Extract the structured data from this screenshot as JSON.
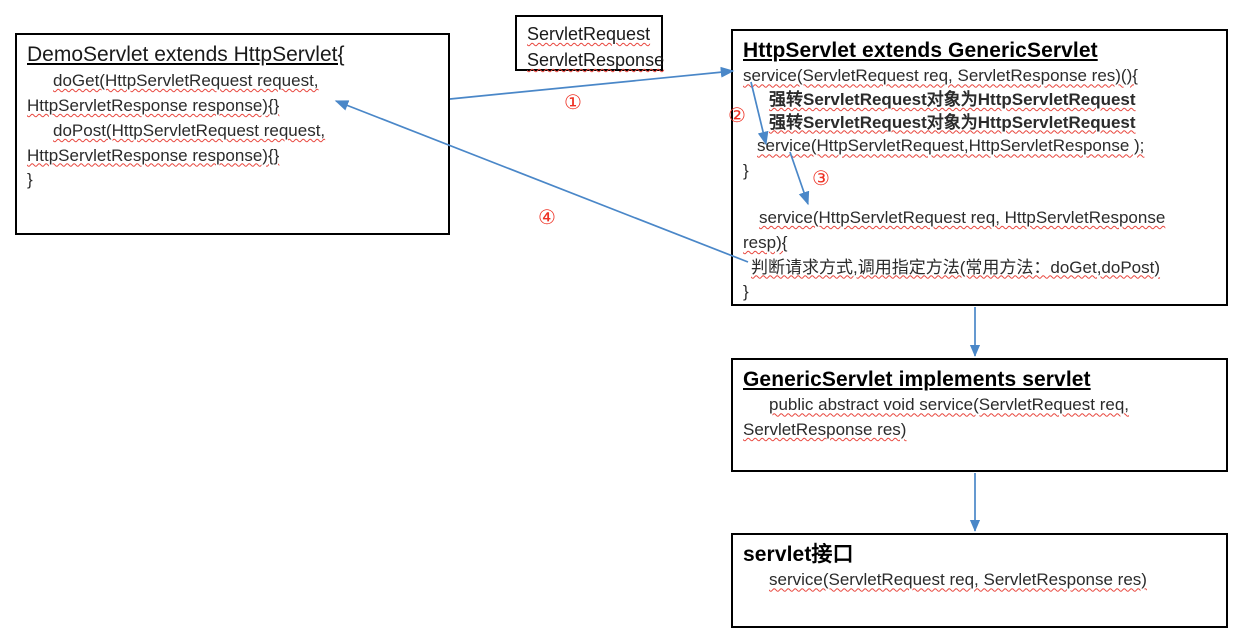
{
  "diagram": {
    "title": "Servlet inheritance and request dispatch flow",
    "accent_arrow_color": "#4a87c8",
    "marker_color": "#ee3124",
    "box_border_color": "#000000",
    "spellcheck_underline_color": "#e8453c"
  },
  "boxes": {
    "demo_servlet": {
      "title": "DemoServlet  extends HttpServlet{",
      "lines": [
        "doGet(HttpServletRequest request,",
        "HttpServletResponse response){}",
        "doPost(HttpServletRequest request,",
        "HttpServletResponse response){}",
        "}"
      ]
    },
    "servlet_req_res": {
      "line1": "ServletRequest",
      "line2": "ServletResponse"
    },
    "http_servlet": {
      "title": "HttpServlet extends GenericServlet",
      "line1": "service(ServletRequest req, ServletResponse res)(){",
      "cjk_line1": "强转ServletRequest对象为HttpServletRequest",
      "cjk_line2": "强转ServletRequest对象为HttpServletRequest",
      "line2": "service(HttpServletRequest,HttpServletResponse );",
      "line3": "}",
      "line4": "service(HttpServletRequest req, HttpServletResponse",
      "line5": "resp){",
      "cjk_line3": "判断请求方式,调用指定方法(常用方法：doGet,doPost)",
      "line6": "}"
    },
    "generic_servlet": {
      "title": "GenericServlet  implements  servlet",
      "line1": "public abstract void service(ServletRequest req,",
      "line2": "ServletResponse res)"
    },
    "servlet_interface": {
      "title": "servlet接口",
      "line1": "service(ServletRequest req, ServletResponse res)"
    }
  },
  "markers": {
    "one": "①",
    "two": "②",
    "three": "③",
    "four": "④"
  }
}
